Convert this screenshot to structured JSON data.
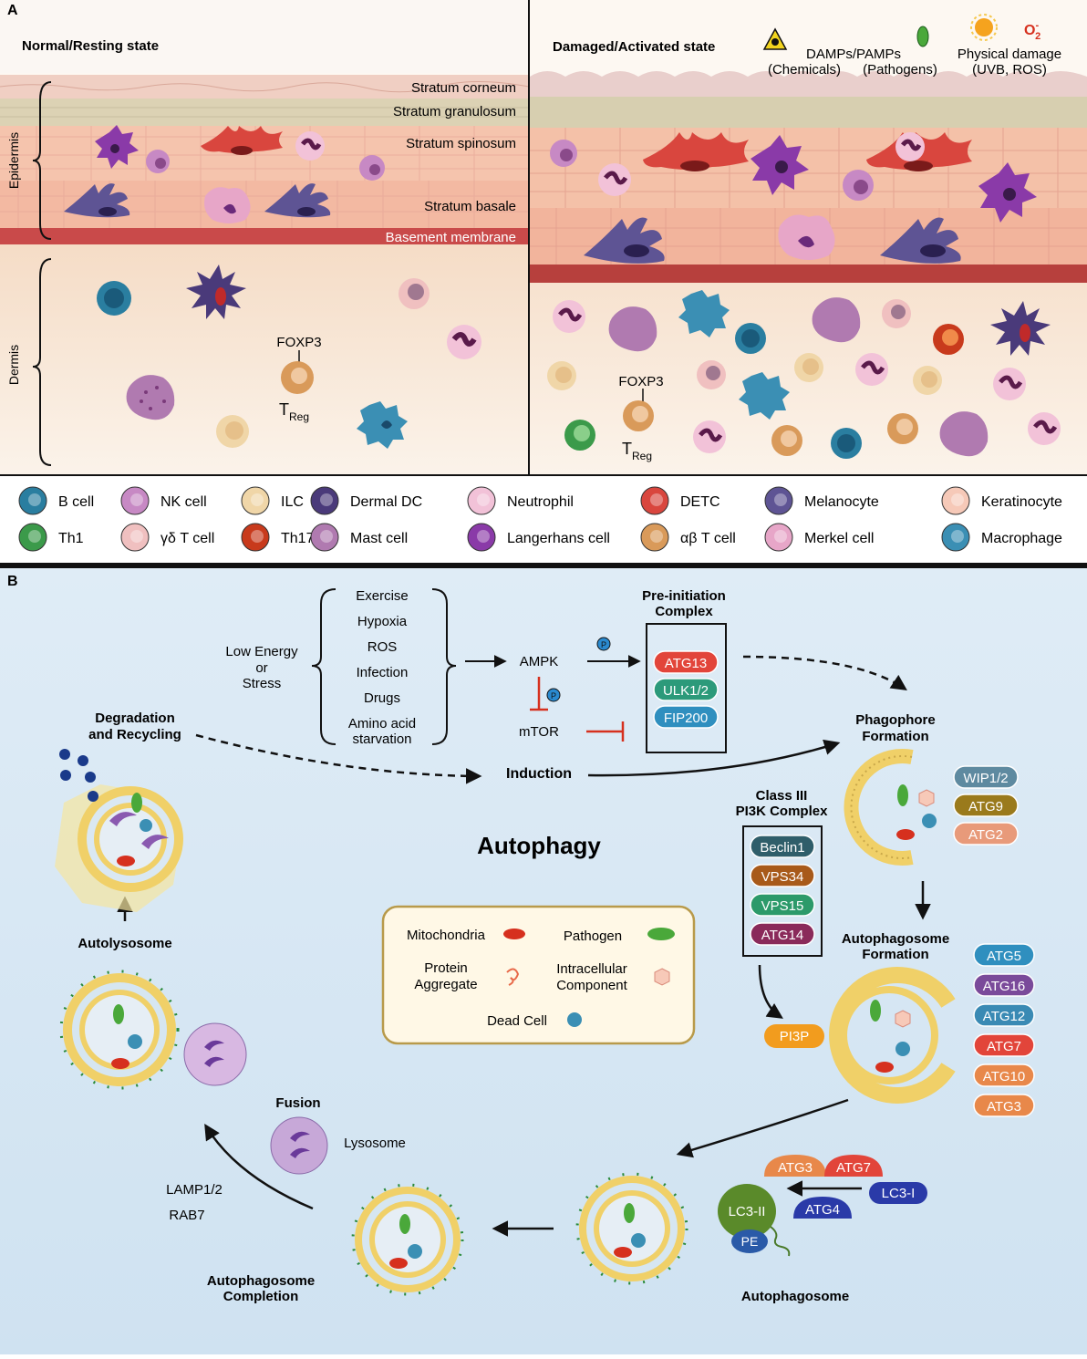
{
  "panel_a": {
    "label": "A",
    "left": {
      "title": "Normal/Resting state",
      "layers": [
        "Stratum corneum",
        "Stratum granulosum",
        "Stratum spinosum",
        "Stratum basale",
        "Basement membrane"
      ],
      "epidermis": "Epidermis",
      "dermis": "Dermis",
      "foxp3": "FOXP3",
      "treg_main": "T",
      "treg_sub": "Reg"
    },
    "right": {
      "title": "Damaged/Activated state",
      "damps": "DAMPs/PAMPs",
      "chemicals": "(Chemicals)",
      "pathogens": "(Pathogens)",
      "physical": "Physical damage",
      "uvb": "(UVB, ROS)",
      "o2": "O",
      "o2_sup": "-",
      "o2_sub": "2",
      "foxp3": "FOXP3",
      "treg_main": "T",
      "treg_sub": "Reg"
    }
  },
  "legend": [
    {
      "label": "B cell",
      "color": "#2a7ea0"
    },
    {
      "label": "NK cell",
      "color": "#c789c4"
    },
    {
      "label": "ILC",
      "color": "#f0d6a8"
    },
    {
      "label": "Dermal DC",
      "color": "#4a3a7a"
    },
    {
      "label": "Neutrophil",
      "color": "#f2c2d8"
    },
    {
      "label": "DETC",
      "color": "#d9463e"
    },
    {
      "label": "Melanocyte",
      "color": "#5e5494"
    },
    {
      "label": "Keratinocyte",
      "color": "#f6c9b8"
    },
    {
      "label": "Th1",
      "color": "#3b9a4a"
    },
    {
      "label": "γδ T cell",
      "color": "#f0c0c0"
    },
    {
      "label": "Th17",
      "color": "#c83a1c"
    },
    {
      "label": "Mast cell",
      "color": "#b07ab0"
    },
    {
      "label": "Langerhans cell",
      "color": "#8a3aa8"
    },
    {
      "label": "αβ T cell",
      "color": "#d99a5a"
    },
    {
      "label": "Merkel cell",
      "color": "#e7a6c8"
    },
    {
      "label": "Macrophage",
      "color": "#3b8fb4"
    }
  ],
  "panel_b": {
    "label": "B",
    "title": "Autophagy",
    "stimuli_group": [
      "Low Energy",
      "or",
      "Stress"
    ],
    "stimuli": [
      "Exercise",
      "Hypoxia",
      "ROS",
      "Infection",
      "Drugs",
      "Amino acid",
      "starvation"
    ],
    "ampk": "AMPK",
    "mtor": "mTOR",
    "p": "P",
    "induction": "Induction",
    "preinit_title": [
      "Pre-initiation",
      "Complex"
    ],
    "preinit_items": [
      {
        "label": "ATG13",
        "color": "#e2453a"
      },
      {
        "label": "ULK1/2",
        "color": "#2c9a7a"
      },
      {
        "label": "FIP200",
        "color": "#2f8fbf"
      }
    ],
    "phagophore_title": [
      "Phagophore",
      "Formation"
    ],
    "phagophore_items": [
      {
        "label": "WIP1/2",
        "color": "#5e8aa0"
      },
      {
        "label": "ATG9",
        "color": "#9a7a1c"
      },
      {
        "label": "ATG2",
        "color": "#e89a7a"
      }
    ],
    "pi3k_title": [
      "Class III",
      "PI3K Complex"
    ],
    "pi3k_items": [
      {
        "label": "Beclin1",
        "color": "#2f5e6a"
      },
      {
        "label": "VPS34",
        "color": "#a85a1a"
      },
      {
        "label": "VPS15",
        "color": "#2c9a6a"
      },
      {
        "label": "ATG14",
        "color": "#8a2a5a"
      }
    ],
    "pi3p": "PI3P",
    "autophagosome_formation": [
      "Autophagosome",
      "Formation"
    ],
    "af_items": [
      {
        "label": "ATG5",
        "color": "#2f8fbf"
      },
      {
        "label": "ATG16",
        "color": "#7a4a9a"
      },
      {
        "label": "ATG12",
        "color": "#3a8ab4"
      },
      {
        "label": "ATG7",
        "color": "#e2453a"
      },
      {
        "label": "ATG10",
        "color": "#e8884a"
      },
      {
        "label": "ATG3",
        "color": "#e8884a"
      }
    ],
    "lc3": {
      "atg3": "ATG3",
      "atg7": "ATG7",
      "lc3i": "LC3-I",
      "lc3ii": "LC3-II",
      "atg4": "ATG4",
      "pe": "PE"
    },
    "autophagosome": "Autophagosome",
    "completion": [
      "Autophagosome",
      "Completion"
    ],
    "fusion": "Fusion",
    "lysosome": "Lysosome",
    "lamp": "LAMP1/2",
    "rab7": "RAB7",
    "autolysosome": "Autolysosome",
    "degradation": [
      "Degradation",
      "and Recycling"
    ],
    "box_legend": {
      "mito": "Mitochondria",
      "pathogen": "Pathogen",
      "protein": [
        "Protein",
        "Aggregate"
      ],
      "intracellular": [
        "Intracellular",
        "Component"
      ],
      "dead": "Dead Cell"
    }
  }
}
